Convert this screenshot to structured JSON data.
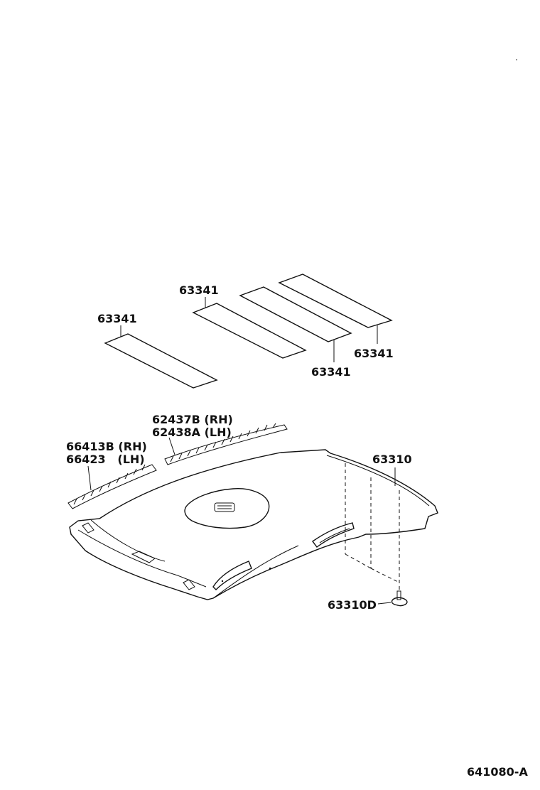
{
  "labels": {
    "pad_1": "63341",
    "pad_2": "63341",
    "pad_3": "63341",
    "pad_4": "63341",
    "headlining": "63310",
    "clip": "63310D",
    "wire_rh": "62437B (RH)",
    "wire_lh": "62438A (LH)",
    "strip_rh": "66413B (RH)",
    "strip_lh": "66423   (LH)",
    "figure_code": "641080-A"
  }
}
